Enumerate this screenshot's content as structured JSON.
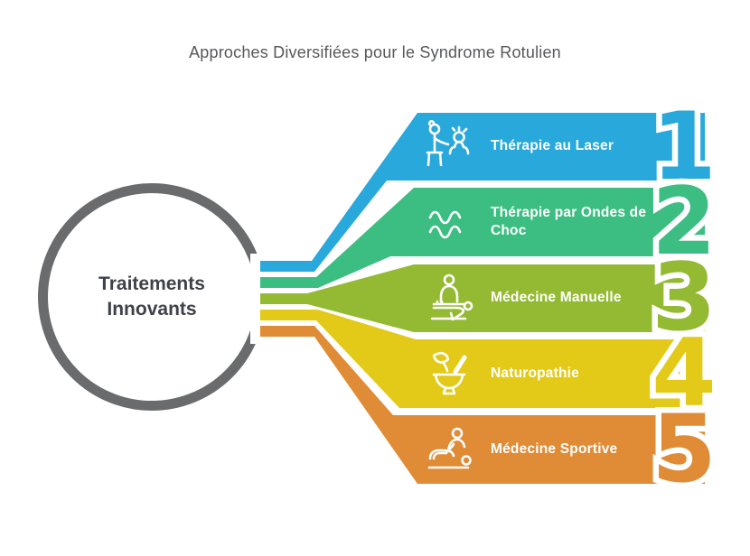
{
  "title": "Approches Diversifiées pour le Syndrome Rotulien",
  "hub": {
    "line1": "Traitements",
    "line2": "Innovants"
  },
  "items": [
    {
      "number": "1",
      "label": "Thérapie au Laser",
      "color": "#29a8dc",
      "icon": "laser-therapy-icon"
    },
    {
      "number": "2",
      "label": "Thérapie par Ondes de Choc",
      "color": "#3cbe82",
      "icon": "shockwave-icon"
    },
    {
      "number": "3",
      "label": "Médecine Manuelle",
      "color": "#94ba33",
      "icon": "manual-medicine-icon"
    },
    {
      "number": "4",
      "label": "Naturopathie",
      "color": "#e3ca18",
      "icon": "naturopathy-icon"
    },
    {
      "number": "5",
      "label": "Médecine Sportive",
      "color": "#e08b35",
      "icon": "sports-medicine-icon"
    }
  ],
  "colors": {
    "ring": "#6a6b6d",
    "title_text": "#57585b",
    "hub_text": "#3e4248",
    "band_text": "#ffffff"
  }
}
